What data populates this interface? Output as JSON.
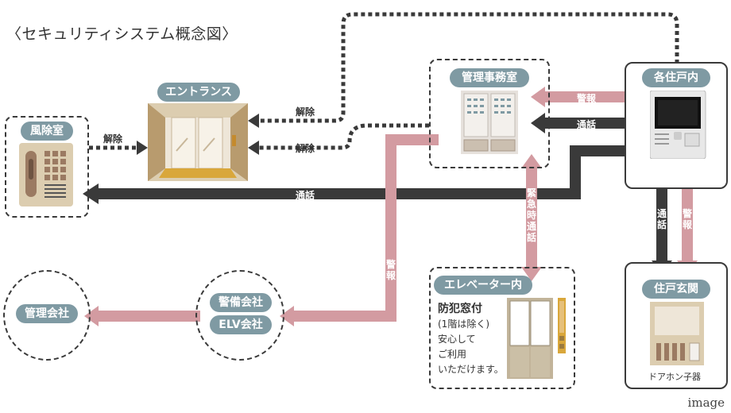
{
  "title": "〈セキュリティシステム概念図〉",
  "watermark": "image",
  "nodes": {
    "windbreak_room": "風除室",
    "entrance": "エントランス",
    "management_office": "管理事務室",
    "dwelling_interior": "各住戸内",
    "dwelling_entrance": "住戸玄関",
    "elevator": "エレベーター内",
    "security_company": "警備会社",
    "elv_company": "ELV会社",
    "management_company": "管理会社"
  },
  "arrow_labels": {
    "release_windbreak": "解除",
    "release_top": "解除",
    "release_bottom": "解除",
    "call_main": "通話",
    "alarm_to_office": "警報",
    "call_office": "通話",
    "emergency_call": "緊急時通話",
    "call_vertical": "通話",
    "alarm_vertical": "警報",
    "alarm_to_companies": "警報"
  },
  "elevator_note": {
    "heading": "防犯窓付",
    "line1": "(1階は除く)",
    "line2": "安心して",
    "line3": "ご利用",
    "line4": "いただけます。"
  },
  "door_phone_caption": "ドアホン子器",
  "colors": {
    "pill": "#7f9aa3",
    "alarm_arrow": "#d39ba1",
    "call_arrow": "#3a3a3a",
    "device_beige": "#dccdb0"
  }
}
